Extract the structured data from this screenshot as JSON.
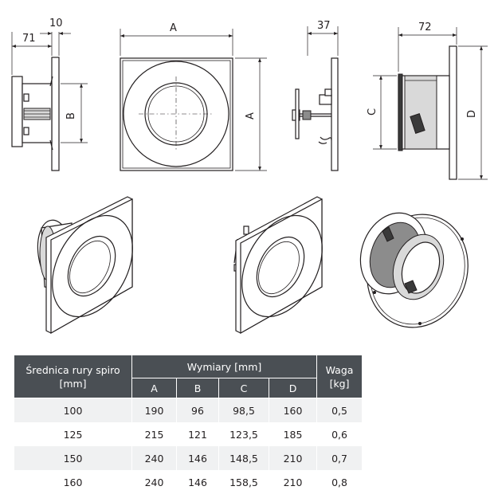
{
  "drawing_labels": {
    "side_left": {
      "top": "10",
      "left": "71",
      "height": "B"
    },
    "front": {
      "width": "A",
      "height": "A"
    },
    "side_mid": {
      "top": "37"
    },
    "side_right": {
      "top": "72",
      "left": "C",
      "right": "D"
    }
  },
  "table": {
    "header": {
      "diameter": "Średnica rury spiro [mm]",
      "dimensions": "Wymiary [mm]",
      "weight": "Waga [kg]",
      "columns": [
        "A",
        "B",
        "C",
        "D"
      ]
    },
    "rows": [
      {
        "diameter": "100",
        "a": "190",
        "b": "96",
        "c": "98,5",
        "d": "160",
        "weight": "0,5"
      },
      {
        "diameter": "125",
        "a": "215",
        "b": "121",
        "c": "123,5",
        "d": "185",
        "weight": "0,6"
      },
      {
        "diameter": "150",
        "a": "240",
        "b": "146",
        "c": "148,5",
        "d": "210",
        "weight": "0,7"
      },
      {
        "diameter": "160",
        "a": "240",
        "b": "146",
        "c": "158,5",
        "d": "210",
        "weight": "0,8"
      }
    ]
  }
}
